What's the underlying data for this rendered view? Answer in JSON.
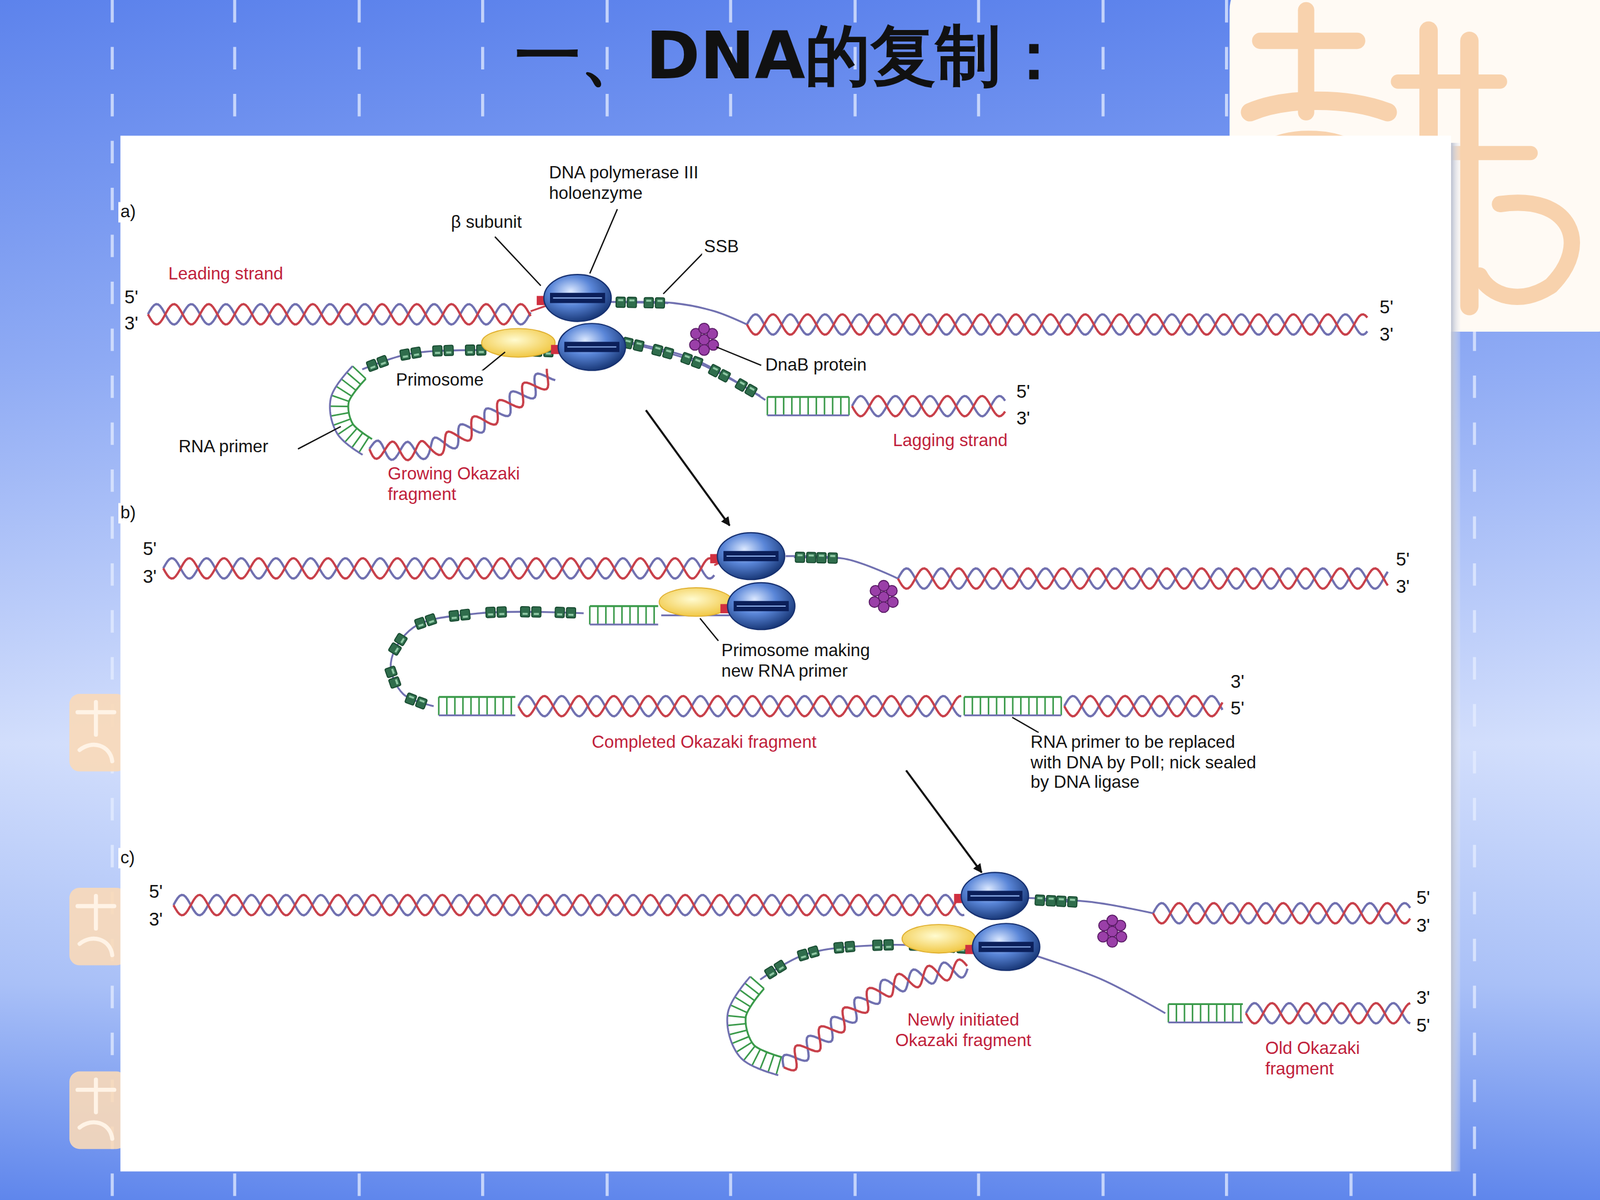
{
  "diagram": {
    "title": "一、DNA的复制：",
    "labels": [
      "a)",
      "DNA polymerase III holoenzyme",
      "β subunit",
      "SSB",
      "Leading strand",
      "5'",
      "3'",
      "5'",
      "3'",
      "Primosome",
      "DnaB protein",
      "5'",
      "3'",
      "RNA primer",
      "Lagging strand",
      "Growing Okazaki fragment",
      "b)",
      "5'",
      "3'",
      "5'",
      "3'",
      "Primosome making new RNA primer",
      "3'",
      "5'",
      "Completed Okazaki fragment",
      "RNA primer to be replaced with DNA by PolI; nick sealed by DNA ligase",
      "c)",
      "5'",
      "3'",
      "5'",
      "3'",
      "3'",
      "5'",
      "Newly initiated Okazaki fragment",
      "Old Okazaki fragment"
    ]
  }
}
